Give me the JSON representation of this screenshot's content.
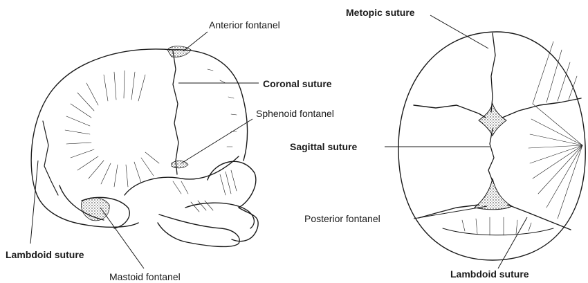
{
  "figure": {
    "lateral_view": {
      "labels": {
        "anterior_fontanel": "Anterior fontanel",
        "coronal_suture": "Coronal suture",
        "sphenoid_fontanel": "Sphenoid fontanel",
        "lambdoid_suture": "Lambdoid suture",
        "mastoid_fontanel": "Mastoid fontanel"
      }
    },
    "superior_view": {
      "labels": {
        "metopic_suture": "Metopic suture",
        "sagittal_suture": "Sagittal suture",
        "posterior_fontanel": "Posterior fontanel",
        "lambdoid_suture": "Lambdoid suture"
      }
    }
  },
  "colors": {
    "ink": "#1a1a1a",
    "background": "#ffffff"
  }
}
